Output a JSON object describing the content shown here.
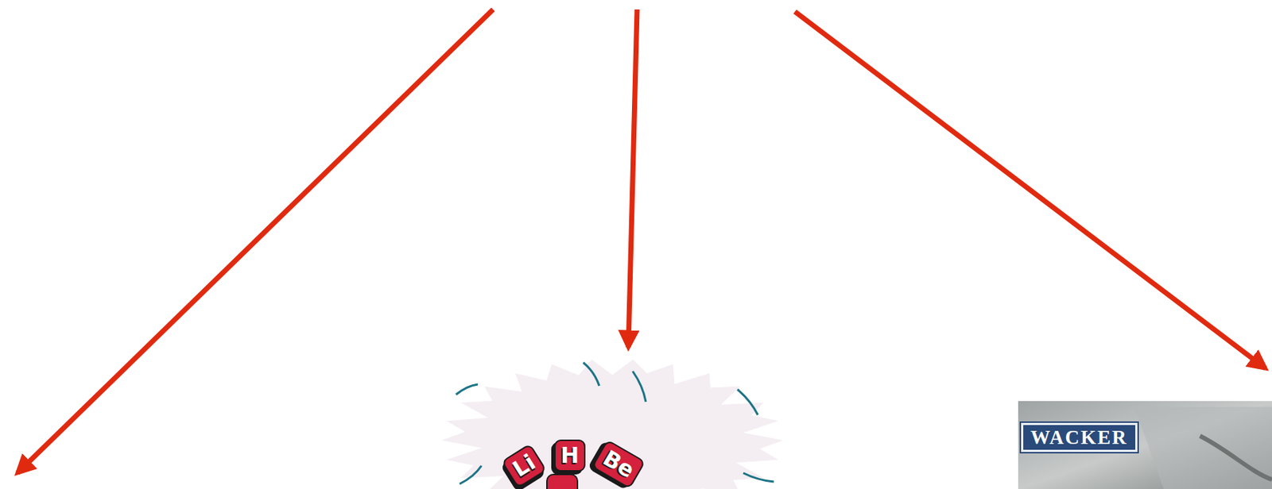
{
  "diagram": {
    "nodes": [
      {
        "text": [
          "Li",
          "H",
          "Be"
        ]
      },
      {
        "text": [
          "WACKER"
        ]
      }
    ]
  }
}
